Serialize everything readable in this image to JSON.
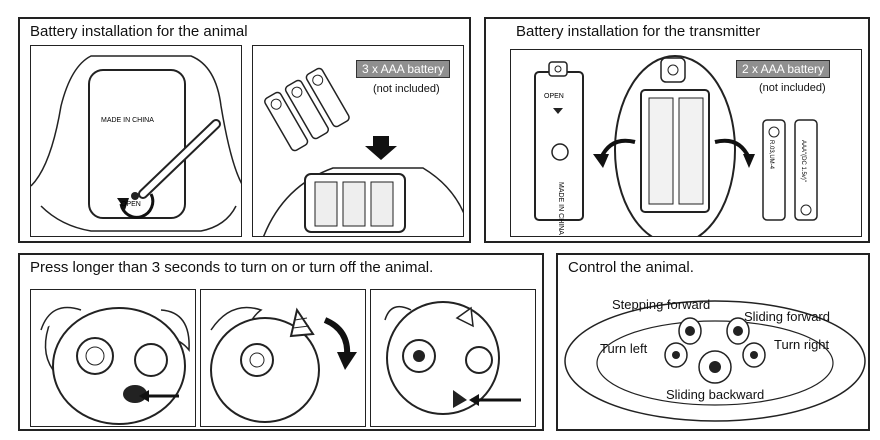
{
  "panels": {
    "animal_battery": {
      "title": "Battery installation for the animal",
      "back_label": "MADE IN CHINA",
      "open_label": "OPEN",
      "battery_tag": "3 x AAA battery",
      "battery_note": "(not included)"
    },
    "transmitter_battery": {
      "title": "Battery installation for the transmitter",
      "cover_open_label": "OPEN",
      "cover_label": "MADE IN CHINA",
      "battery_tag": "2 x AAA battery",
      "battery_note": "(not included)",
      "cell_text_1": "R.03,UM-4",
      "cell_text_2": "AAA\"(DC 1.5v)\""
    },
    "power": {
      "title": "Press longer than 3 seconds to turn on or turn off the animal."
    },
    "control": {
      "title": "Control the animal.",
      "stepping_forward": "Stepping forward",
      "sliding_forward": "Sliding forward",
      "turn_left": "Turn left",
      "turn_right": "Turn right",
      "sliding_backward": "Sliding backward"
    }
  }
}
